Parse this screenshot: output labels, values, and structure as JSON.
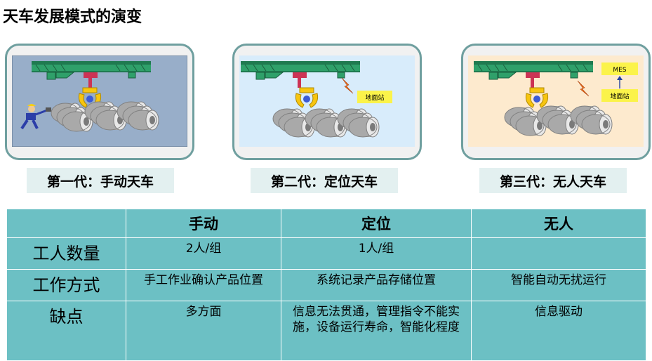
{
  "title": "天车发展模式的演变",
  "generations": [
    {
      "label": "第一代：手动天车"
    },
    {
      "label": "第二代：定位天车",
      "station_label": "地面站"
    },
    {
      "label": "第三代：无人天车",
      "mes_label": "MES",
      "station_label": "地面站"
    }
  ],
  "table": {
    "headers": [
      "",
      "手动",
      "定位",
      "无人"
    ],
    "rows": [
      {
        "label": "工人数量",
        "cells": [
          "2人/组",
          "1人/组",
          ""
        ]
      },
      {
        "label": "工作方式",
        "cells": [
          "手工作业确认产品位置",
          "系统记录产品存储位置",
          "智能自动无扰运行"
        ]
      },
      {
        "label": "缺点",
        "cells": [
          "多方面",
          "信息无法贯通，管理指令不能实施，设备运行寿命，智能化程度",
          "信息驱动"
        ]
      }
    ]
  },
  "colors": {
    "table_fill": "#6cc0c4",
    "panel1_bg": "#98aec9",
    "panel2_bg": "#d8ecfb",
    "panel3_bg": "#fdeace",
    "crane_green": "#2fa06a",
    "grab_yellow": "#f7c510",
    "label_yellow": "#fbf34a"
  },
  "icons": [
    "crane-icon",
    "grab-icon",
    "steel-coil-icon",
    "worker-icon",
    "signal-bolt-icon",
    "arrow-up-icon"
  ]
}
